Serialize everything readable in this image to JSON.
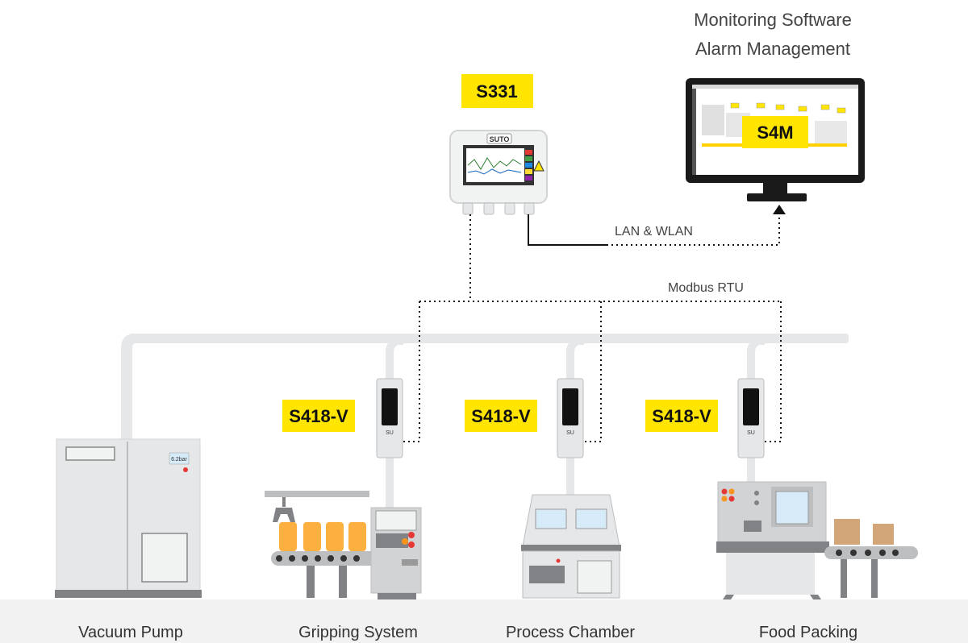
{
  "header": {
    "software_line1": "Monitoring Software",
    "software_line2": "Alarm Management"
  },
  "devices": {
    "logger": "S331",
    "software": "S4M",
    "sensor1": "S418-V",
    "sensor2": "S418-V",
    "sensor3": "S418-V",
    "logo": "SUTO",
    "pump_display": "6.2bar"
  },
  "connections": {
    "lan": "LAN & WLAN",
    "modbus": "Modbus RTU"
  },
  "stations": {
    "vacuum_pump": "Vacuum Pump",
    "gripping_system": "Gripping System",
    "process_chamber": "Process Chamber",
    "food_packing": "Food Packing"
  },
  "colors": {
    "badge_yellow": "#ffe500",
    "pipe": "#e6e7e8",
    "machine_grey": "#bcbec0",
    "dark": "#222222"
  }
}
